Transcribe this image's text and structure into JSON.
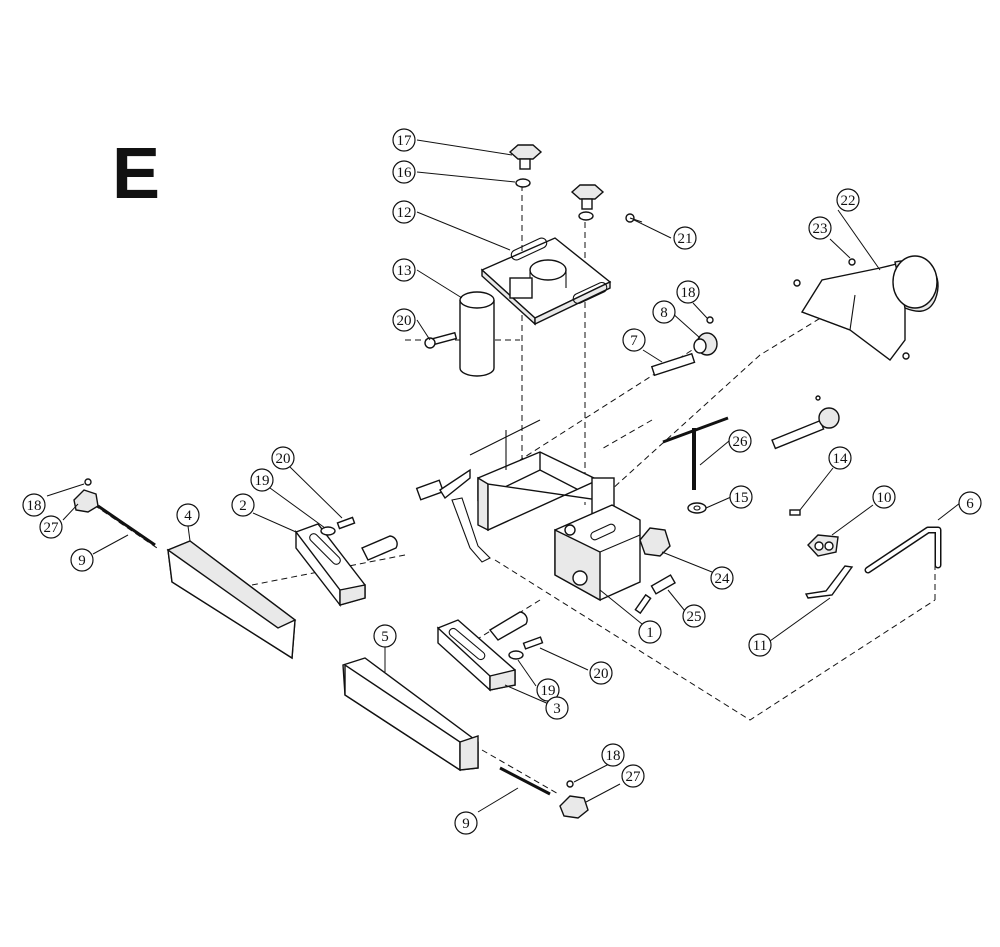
{
  "section_letter": "E",
  "callouts": [
    "17",
    "16",
    "12",
    "21",
    "13",
    "20",
    "22",
    "23",
    "18",
    "8",
    "7",
    "26",
    "14",
    "10",
    "6",
    "15",
    "24",
    "25",
    "1",
    "11",
    "20",
    "19",
    "2",
    "4",
    "18",
    "27",
    "9",
    "5",
    "20",
    "19",
    "3",
    "18",
    "27",
    "9"
  ]
}
